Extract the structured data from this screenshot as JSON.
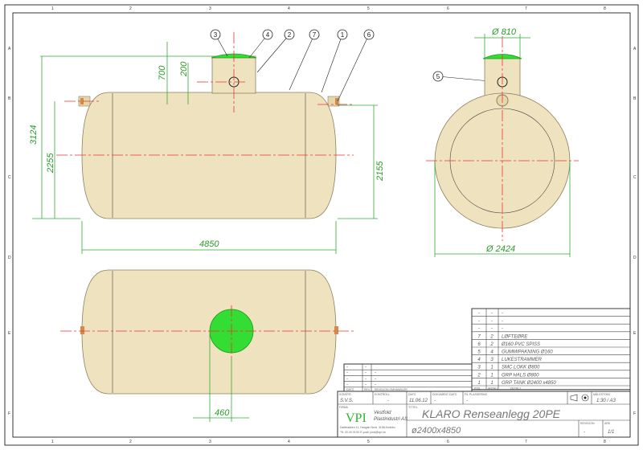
{
  "grid": {
    "cols": [
      "1",
      "2",
      "3",
      "4",
      "5",
      "6",
      "7",
      "8"
    ],
    "rows": [
      "A",
      "B",
      "C",
      "D",
      "E",
      "F"
    ]
  },
  "dimensions": {
    "overall_height": "3124",
    "neck_height": "700",
    "pipe_offset": "200",
    "inlet_height": "2255",
    "outlet_height": "2155",
    "length": "4850",
    "lid_diameter": "Ø 810",
    "tank_diameter": "Ø 2424",
    "bottom_offset": "460"
  },
  "balloons": [
    "3",
    "4",
    "2",
    "7",
    "1",
    "6",
    "5"
  ],
  "parts_list": {
    "headers": {
      "pos": "POS.",
      "qty": "ANTALL",
      "detail": "DETALJ"
    },
    "rows": [
      {
        "pos": "-",
        "qty": "-",
        "detail": "-"
      },
      {
        "pos": "-",
        "qty": "-",
        "detail": "-"
      },
      {
        "pos": "-",
        "qty": "-",
        "detail": "-"
      },
      {
        "pos": "7",
        "qty": "2",
        "detail": "LØFTEØRE"
      },
      {
        "pos": "6",
        "qty": "2",
        "detail": "Ø160 PVC SPISS"
      },
      {
        "pos": "5",
        "qty": "4",
        "detail": "GUMMIPAKNING Ø160"
      },
      {
        "pos": "4",
        "qty": "3",
        "detail": "LUKESTRAMMER"
      },
      {
        "pos": "3",
        "qty": "1",
        "detail": "SMC LOKK Ø800"
      },
      {
        "pos": "2",
        "qty": "1",
        "detail": "GRP HALS Ø800"
      },
      {
        "pos": "1",
        "qty": "1",
        "detail": "GRP TANK Ø2400 x4850"
      }
    ]
  },
  "revisions": {
    "headers": {
      "date": "DATO",
      "rev": "REV.",
      "change": "REVISJON OMHANDLER"
    },
    "rows": [
      [
        "-",
        "-",
        ""
      ],
      [
        "-",
        "-",
        "-"
      ],
      [
        "-",
        "-",
        "-"
      ],
      [
        "-",
        "-",
        "-"
      ]
    ]
  },
  "title_block": {
    "drawn_label": "KONSTR.",
    "drawn": "S.V.S.",
    "checked_label": "KONTROLL",
    "checked": "-",
    "date_label": "DATO",
    "date": "11.06.12",
    "doc_date_label": "DOKUMENT-DATO",
    "doc_date": "-",
    "placement_label": "FIL PLASSERING",
    "placement": "-",
    "scale_label": "MÅLESTOKK",
    "scale": "1:30 / A3",
    "company_label": "FIRMA",
    "logo": "VPI",
    "company_line1": "Vestfold",
    "company_line2": "Plastindustri AS",
    "address1": "Dølebakken 11, Haugan Nord, 3158 Andebu",
    "address2": "Tlf: 33 43 03 50   E-post: post@vpi.no",
    "title_label": "TITTEL",
    "title": "KLARO Renseanlegg 20PE",
    "subtitle": "ø2400x4850",
    "revision_label": "REVISJON",
    "revision": "-",
    "sheet_label": "ARK",
    "sheet": "1/1"
  }
}
